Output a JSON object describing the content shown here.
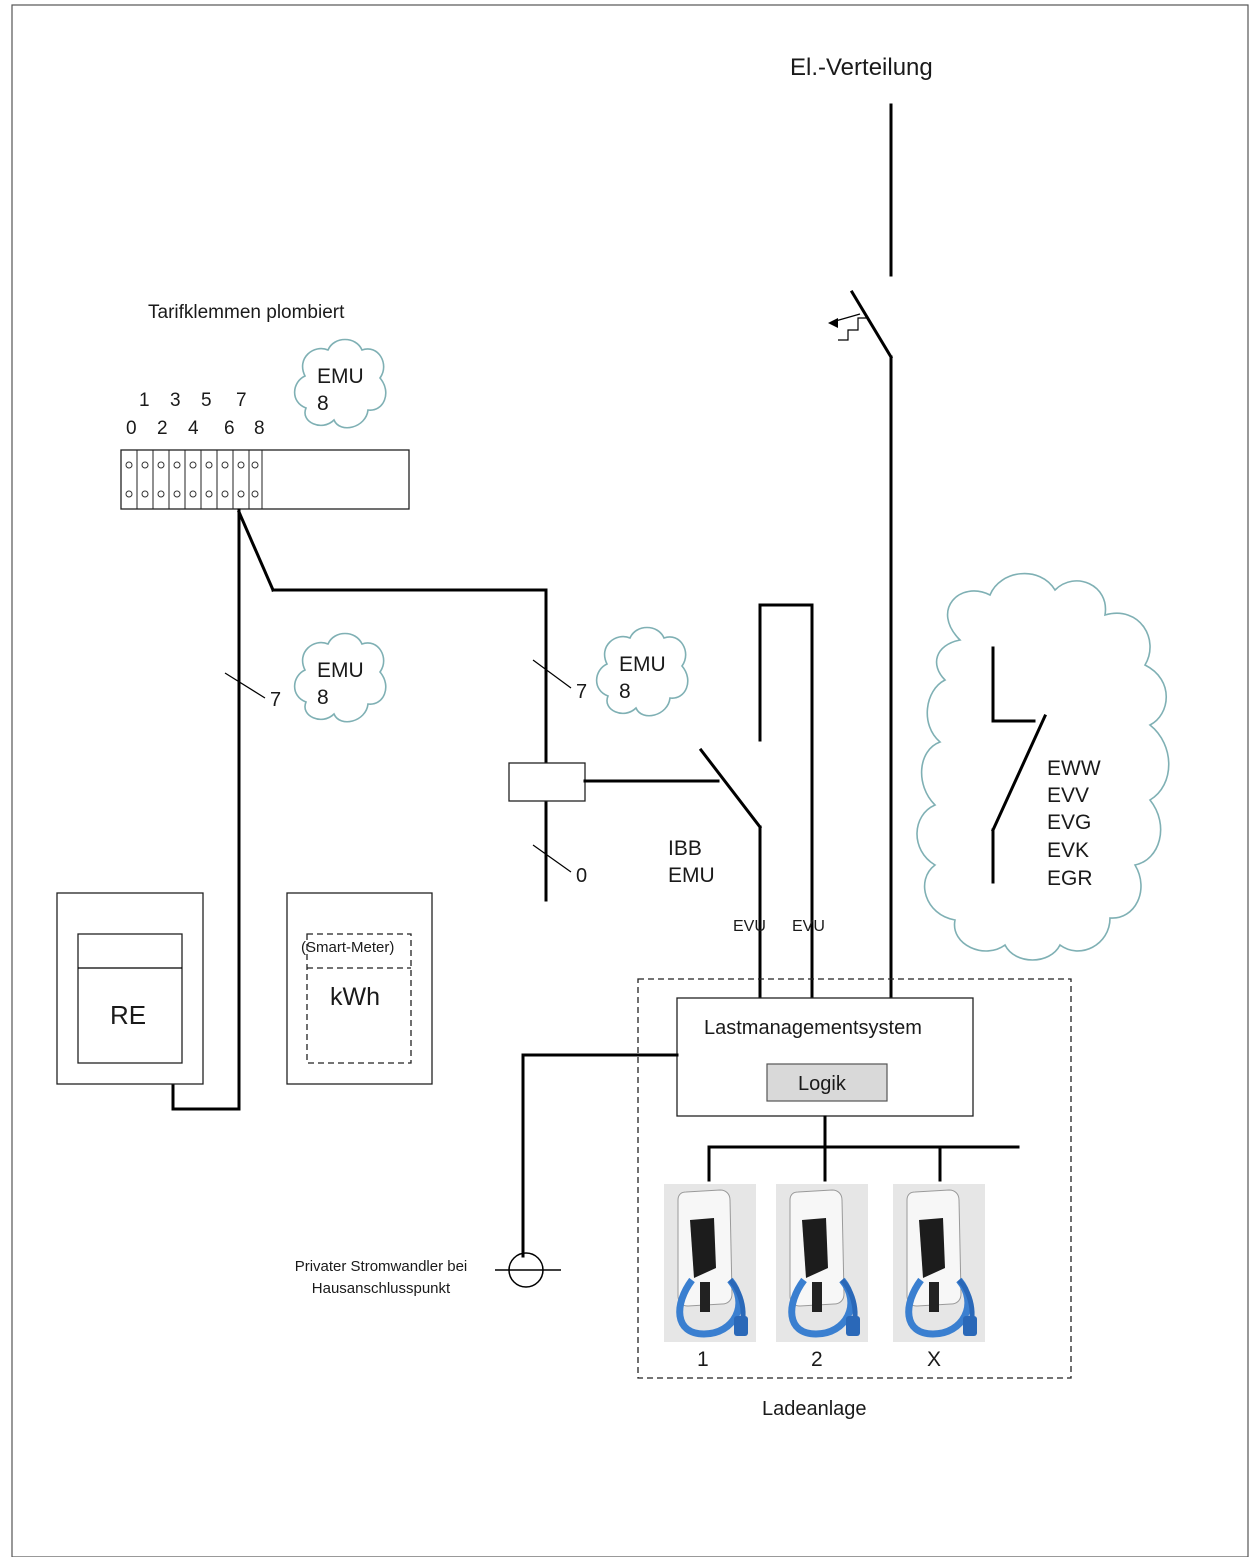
{
  "el_verteilung": "El.-Verteilung",
  "tarif": {
    "title": "Tarifklemmen  plombiert",
    "top_numbers": [
      "1",
      "3",
      "5",
      "7"
    ],
    "bottom_numbers": [
      "0",
      "2",
      "4",
      "6",
      "8"
    ]
  },
  "clouds": [
    {
      "line1": "EMU",
      "line2": "8"
    },
    {
      "line1": "EMU",
      "line2": "8"
    },
    {
      "line1": "EMU",
      "line2": "8"
    }
  ],
  "wire_marks": {
    "left": "7",
    "mid_upper": "7",
    "mid_lower": "0"
  },
  "ibb": {
    "line1": "IBB",
    "line2": "EMU"
  },
  "evu": [
    "EVU",
    "EVU"
  ],
  "meter_re": "RE",
  "smart_meter": {
    "label": "(Smart-Meter)",
    "unit": "kWh"
  },
  "lastmanagement": {
    "title": "Lastmanagementsystem",
    "logic": "Logik"
  },
  "ew_list": [
    "EWW",
    "EVV",
    "EVG",
    "EVK",
    "EGR"
  ],
  "stromwandler": {
    "line1": "Privater Stromwandler bei",
    "line2": "Hausanschlusspunkt"
  },
  "chargers": [
    "1",
    "2",
    "X"
  ],
  "ladeanlage": "Ladeanlage",
  "colors": {
    "cloud": "#7fb0b4",
    "logic_fill": "#d9d9d9",
    "cable": "#3a7fd0"
  }
}
